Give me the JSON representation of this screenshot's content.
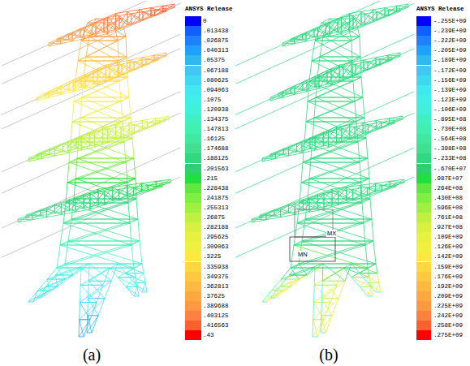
{
  "diagram": {
    "labels": [
      "ANSYS Release",
      "ANSYS Release",
      "(a)",
      "(b)",
      "MX",
      "MN"
    ],
    "legend": [
      {
        "text": "0",
        "color": "#0000ff"
      },
      {
        "text": ".013438",
        "color": "#1060ff"
      },
      {
        "text": ".026875",
        "color": "#2080ff"
      },
      {
        "text": ".040313",
        "color": "#20a0ff"
      },
      {
        "text": ".05375",
        "color": "#30b8f0"
      },
      {
        "text": ".067188",
        "color": "#40c8f0"
      },
      {
        "text": ".080625",
        "color": "#40d8f0"
      },
      {
        "text": ".094063",
        "color": "#40e8f0"
      },
      {
        "text": ".1075",
        "color": "#40f0e8"
      },
      {
        "text": ".120938",
        "color": "#40f0d8"
      },
      {
        "text": ".134375",
        "color": "#40f0c0"
      },
      {
        "text": ".147813",
        "color": "#40f0b0"
      },
      {
        "text": ".16125",
        "color": "#40e8a0"
      },
      {
        "text": ".174688",
        "color": "#40e090"
      },
      {
        "text": ".188125",
        "color": "#30d880"
      },
      {
        "text": ".201563",
        "color": "#30d070"
      },
      {
        "text": ".215",
        "color": "#20e040"
      },
      {
        "text": ".228438",
        "color": "#60e840"
      },
      {
        "text": ".241875",
        "color": "#80f040"
      },
      {
        "text": ".255313",
        "color": "#a0f040"
      },
      {
        "text": ".26875",
        "color": "#c0f040"
      },
      {
        "text": ".282188",
        "color": "#d8f040"
      },
      {
        "text": ".295625",
        "color": "#e8f040"
      },
      {
        "text": ".309063",
        "color": "#f0f040"
      },
      {
        "text": ".3225",
        "color": "#ffe840"
      },
      {
        "text": ".335938",
        "color": "#ffd840"
      },
      {
        "text": ".349375",
        "color": "#ffc840"
      },
      {
        "text": ".362813",
        "color": "#ffb840"
      },
      {
        "text": ".37625",
        "color": "#ffa840"
      },
      {
        "text": ".389688",
        "color": "#ff9840"
      },
      {
        "text": ".403125",
        "color": "#ff8040"
      },
      {
        "text": ".416563",
        "color": "#ff6030"
      },
      {
        "text": ".43",
        "color": "#ff0000"
      },
      {
        "text": "-.255E+09",
        "color": "#0000ff"
      },
      {
        "text": "-.239E+09",
        "color": "#1060ff"
      },
      {
        "text": "-.222E+09",
        "color": "#2080ff"
      },
      {
        "text": "-.205E+09",
        "color": "#20a0ff"
      },
      {
        "text": "-.189E+09",
        "color": "#30b8f0"
      },
      {
        "text": "-.172E+09",
        "color": "#40c8f0"
      },
      {
        "text": "-.156E+09",
        "color": "#40d8f0"
      },
      {
        "text": "-.139E+09",
        "color": "#40e8f0"
      },
      {
        "text": "-.123E+09",
        "color": "#40f0e8"
      },
      {
        "text": "-.106E+09",
        "color": "#40f0d8"
      },
      {
        "text": "-.895E+08",
        "color": "#40f0c0"
      },
      {
        "text": "-.730E+08",
        "color": "#40f0b0"
      },
      {
        "text": "-.564E+08",
        "color": "#40e8a0"
      },
      {
        "text": "-.398E+08",
        "color": "#40e090"
      },
      {
        "text": "-.233E+08",
        "color": "#30d880"
      },
      {
        "text": "-.670E+07",
        "color": "#30d070"
      },
      {
        "text": ".987E+07",
        "color": "#20e040"
      },
      {
        "text": ".264E+08",
        "color": "#60e840"
      },
      {
        "text": ".430E+08",
        "color": "#80f040"
      },
      {
        "text": ".596E+08",
        "color": "#a0f040"
      },
      {
        "text": ".761E+08",
        "color": "#c0f040"
      },
      {
        "text": ".927E+08",
        "color": "#d8f040"
      },
      {
        "text": ".109E+09",
        "color": "#e8f040"
      },
      {
        "text": ".126E+09",
        "color": "#f0f040"
      },
      {
        "text": ".142E+09",
        "color": "#ffe840"
      },
      {
        "text": ".159E+09",
        "color": "#ffd840"
      },
      {
        "text": ".176E+09",
        "color": "#ffc840"
      },
      {
        "text": ".192E+09",
        "color": "#ffb840"
      },
      {
        "text": ".209E+09",
        "color": "#ffa840"
      },
      {
        "text": ".225E+09",
        "color": "#ff9840"
      },
      {
        "text": ".242E+09",
        "color": "#ff8040"
      },
      {
        "text": ".258E+09",
        "color": "#ff6030"
      },
      {
        "text": ".275E+09",
        "color": "#ff0000"
      }
    ]
  }
}
